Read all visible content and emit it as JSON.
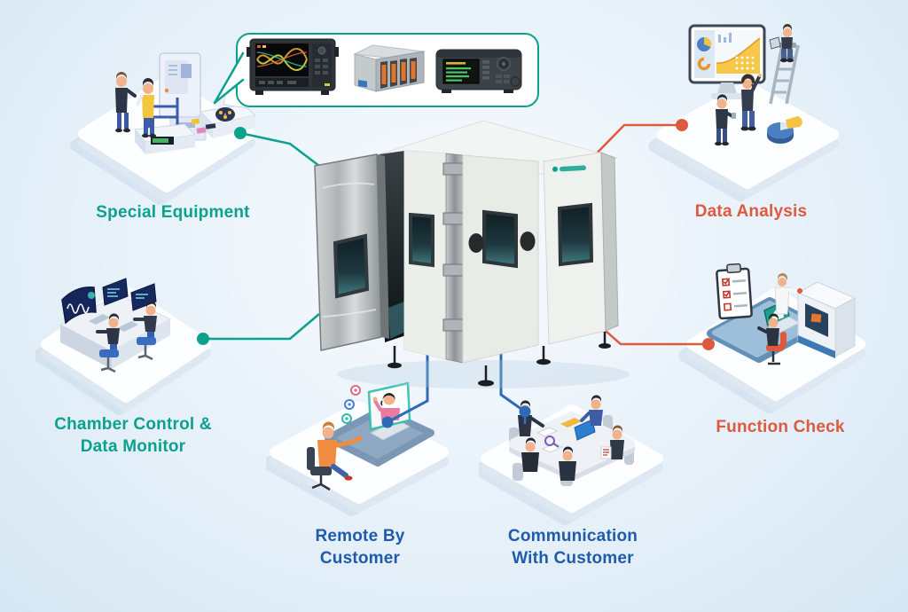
{
  "colors": {
    "teal": "#0AA18D",
    "orange": "#DE5A3E",
    "blue_text": "#1E5CAB",
    "blue_line": "#2D6CB5",
    "platform_top": "#FDFEFF",
    "platform_rim": "#DDE8F2",
    "bg_center": "#F8FBFE",
    "bg_edge": "#D6E7F3"
  },
  "center_chamber": {
    "name": "walk-in-environmental-test-chamber",
    "brand_logo": "green-brand-logo"
  },
  "callout": {
    "instruments": [
      {
        "name": "oscilloscope-icon"
      },
      {
        "name": "daq-module-chassis-icon"
      },
      {
        "name": "benchtop-data-logger-icon"
      }
    ]
  },
  "stations": [
    {
      "id": "special-equipment",
      "lines": [
        "Special Equipment"
      ],
      "color": "#0AA18D"
    },
    {
      "id": "data-analysis",
      "lines": [
        "Data Analysis"
      ],
      "color": "#DE5A3E"
    },
    {
      "id": "chamber-control-data-monitor",
      "lines": [
        "Chamber Control &",
        "Data Monitor"
      ],
      "color": "#0AA18D"
    },
    {
      "id": "function-check",
      "lines": [
        "Function Check"
      ],
      "color": "#DE5A3E"
    },
    {
      "id": "remote-by-customer",
      "lines": [
        "Remote By",
        "Customer"
      ],
      "color": "#1E5CAB"
    },
    {
      "id": "communication-with-customer",
      "lines": [
        "Communication",
        "With Customer"
      ],
      "color": "#1E5CAB"
    }
  ]
}
